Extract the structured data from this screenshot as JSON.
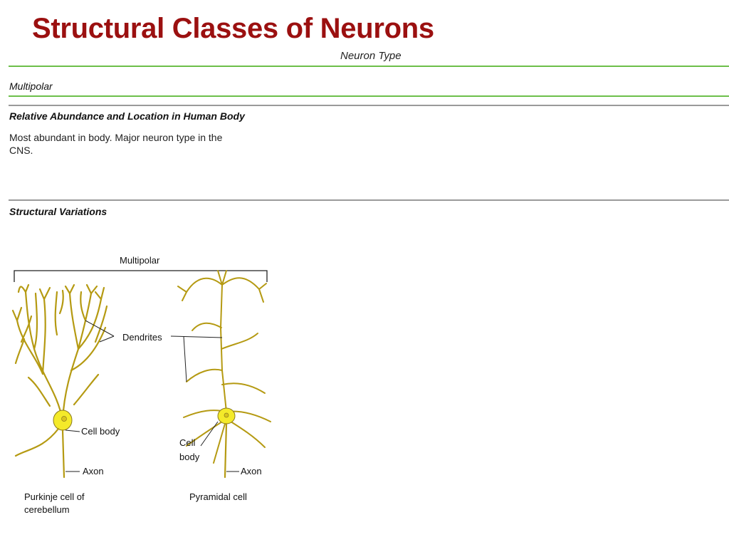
{
  "slide": {
    "title": "Structural Classes of Neurons",
    "column_header": "Neuron Type",
    "row_type": "Multipolar",
    "section_abundance": "Relative Abundance and Location in Human Body",
    "abundance_text": "Most abundant in body. Major neuron type in the CNS.",
    "section_variations": "Structural Variations"
  },
  "diagram": {
    "group_label": "Multipolar",
    "label_dendrites": "Dendrites",
    "label_cell_body_left": "Cell body",
    "label_cell_left": "Cell",
    "label_body_right": "body",
    "label_axon_left": "Axon",
    "label_axon_right": "Axon",
    "caption_left_line1": "Purkinje cell of",
    "caption_left_line2": "cerebellum",
    "caption_right": "Pyramidal cell",
    "colors": {
      "cell_fill": "#f4ea2a",
      "title": "#9b1010",
      "green_rule": "#6cbf4a"
    }
  }
}
